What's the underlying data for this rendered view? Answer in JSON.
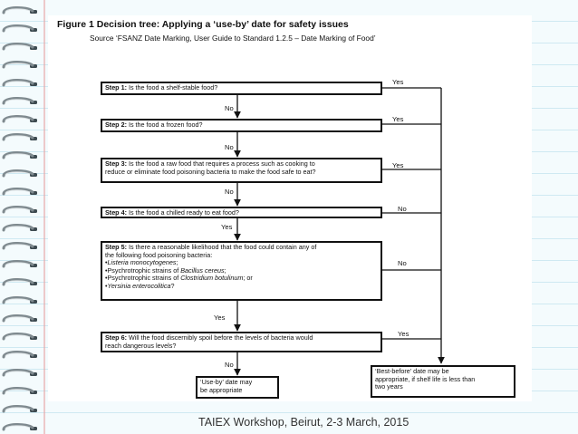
{
  "figure": {
    "title": "Figure 1 Decision tree: Applying a ‘use-by’ date for safety issues",
    "source": "Source ‘FSANZ Date Marking, User Guide to Standard 1.2.5 – Date Marking of Food’"
  },
  "steps": [
    {
      "step": "Step 1:",
      "lines": [
        "Is the food a shelf-stable food?"
      ]
    },
    {
      "step": "Step 2:",
      "lines": [
        "Is the food a frozen food?"
      ]
    },
    {
      "step": "Step 3:",
      "lines": [
        "Is the food a raw food that requires a process such as cooking to",
        "reduce or eliminate food poisoning bacteria to make the food safe to eat?"
      ]
    },
    {
      "step": "Step 4:",
      "lines": [
        "Is the food a chilled ready to eat food?"
      ]
    },
    {
      "step": "Step 5:",
      "lines": [
        "Is there a reasonable likelihood that the food could contain any of",
        "the following food poisoning bacteria:"
      ],
      "bullets": [
        {
          "prefix": "•",
          "italic": "Listeria monocytogenes",
          "suffix": ";"
        },
        {
          "prefix": "•Psychrotrophic strains of ",
          "italic": "Bacillus cereus",
          "suffix": ";"
        },
        {
          "prefix": "•Psychrotrophic strains of ",
          "italic": "Clostridium botulinum",
          "suffix": "; or"
        },
        {
          "prefix": "•",
          "italic": "Yersinia enterocolitica",
          "suffix": "?"
        }
      ]
    },
    {
      "step": "Step 6:",
      "lines": [
        "Will the food discernibly spoil before the levels of bacteria would",
        "reach dangerous levels?"
      ]
    }
  ],
  "outcomes": {
    "use_by": [
      "‘Use-by’ date may",
      "be appropriate"
    ],
    "best_before": [
      "‘Best-before’ date may be",
      "appropriate, if shelf life is less than",
      "two years"
    ]
  },
  "labels": {
    "yes": "Yes",
    "no": "No"
  },
  "footer": "TAIEX Workshop, Beirut, 2-3 March, 2015"
}
